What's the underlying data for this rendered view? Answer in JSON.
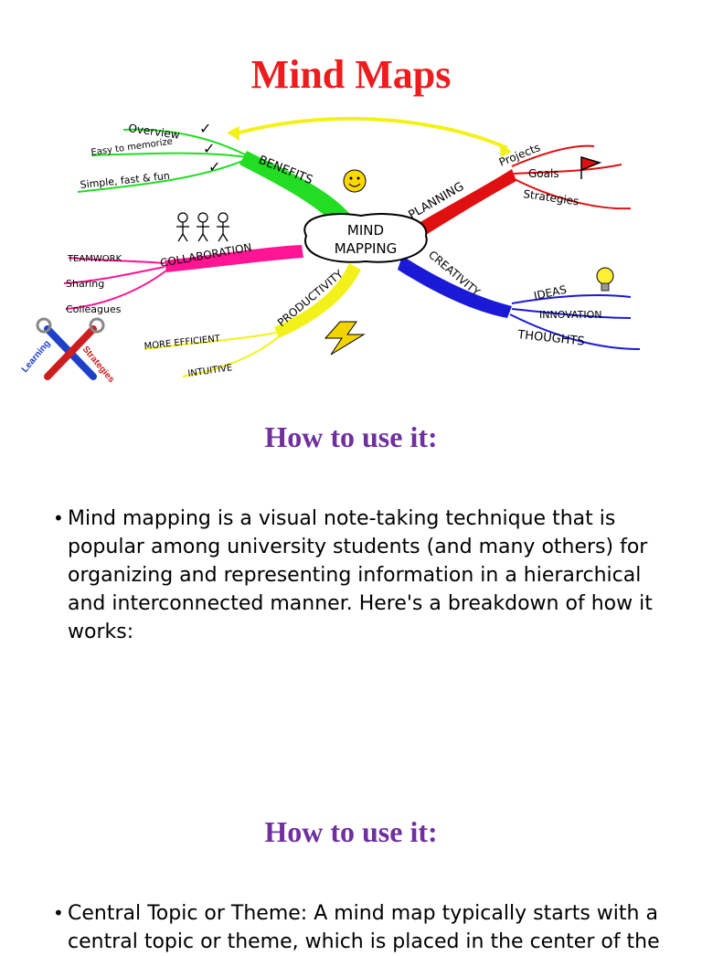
{
  "title": "Mind Maps",
  "mindmap": {
    "center": [
      "MIND",
      "MAPPING"
    ],
    "branches": {
      "benefits": "BENEFITS",
      "planning": "PLANNING",
      "creativity": "CREATIVITY",
      "productivity": "PRODUCTIVITY",
      "collaboration": "COLLABORATION"
    },
    "benefits_items": [
      "Overview",
      "Easy to memorize",
      "Simple, fast & fun"
    ],
    "planning_items": [
      "Projects",
      "Goals",
      "Strategies"
    ],
    "creativity_items": [
      "IDEAS",
      "INNOVATION",
      "THOUGHTS"
    ],
    "productivity_items": [
      "MORE EFFICIENT",
      "INTUITIVE"
    ],
    "collaboration_items": [
      "TEAMWORK",
      "Sharing",
      "Colleagues"
    ],
    "logo": {
      "left": "Learning",
      "right": "Strategies"
    }
  },
  "sections": [
    {
      "heading": "How to use it:",
      "bullet": "Mind mapping is a visual note-taking technique that is popular among university students (and many others) for organizing and representing information in a hierarchical and interconnected manner. Here's a breakdown of how it works:"
    },
    {
      "heading": "How to use it:",
      "bullet": "Central Topic or Theme: A mind map typically starts with a central topic or theme, which is placed in the center of the"
    }
  ],
  "colors": {
    "title": "#ee1c1c",
    "heading": "#7030a0",
    "benefits": "#22dd22",
    "planning": "#e01010",
    "creativity": "#1a1ad6",
    "productivity": "#f2f21a",
    "collaboration": "#ff1493"
  }
}
